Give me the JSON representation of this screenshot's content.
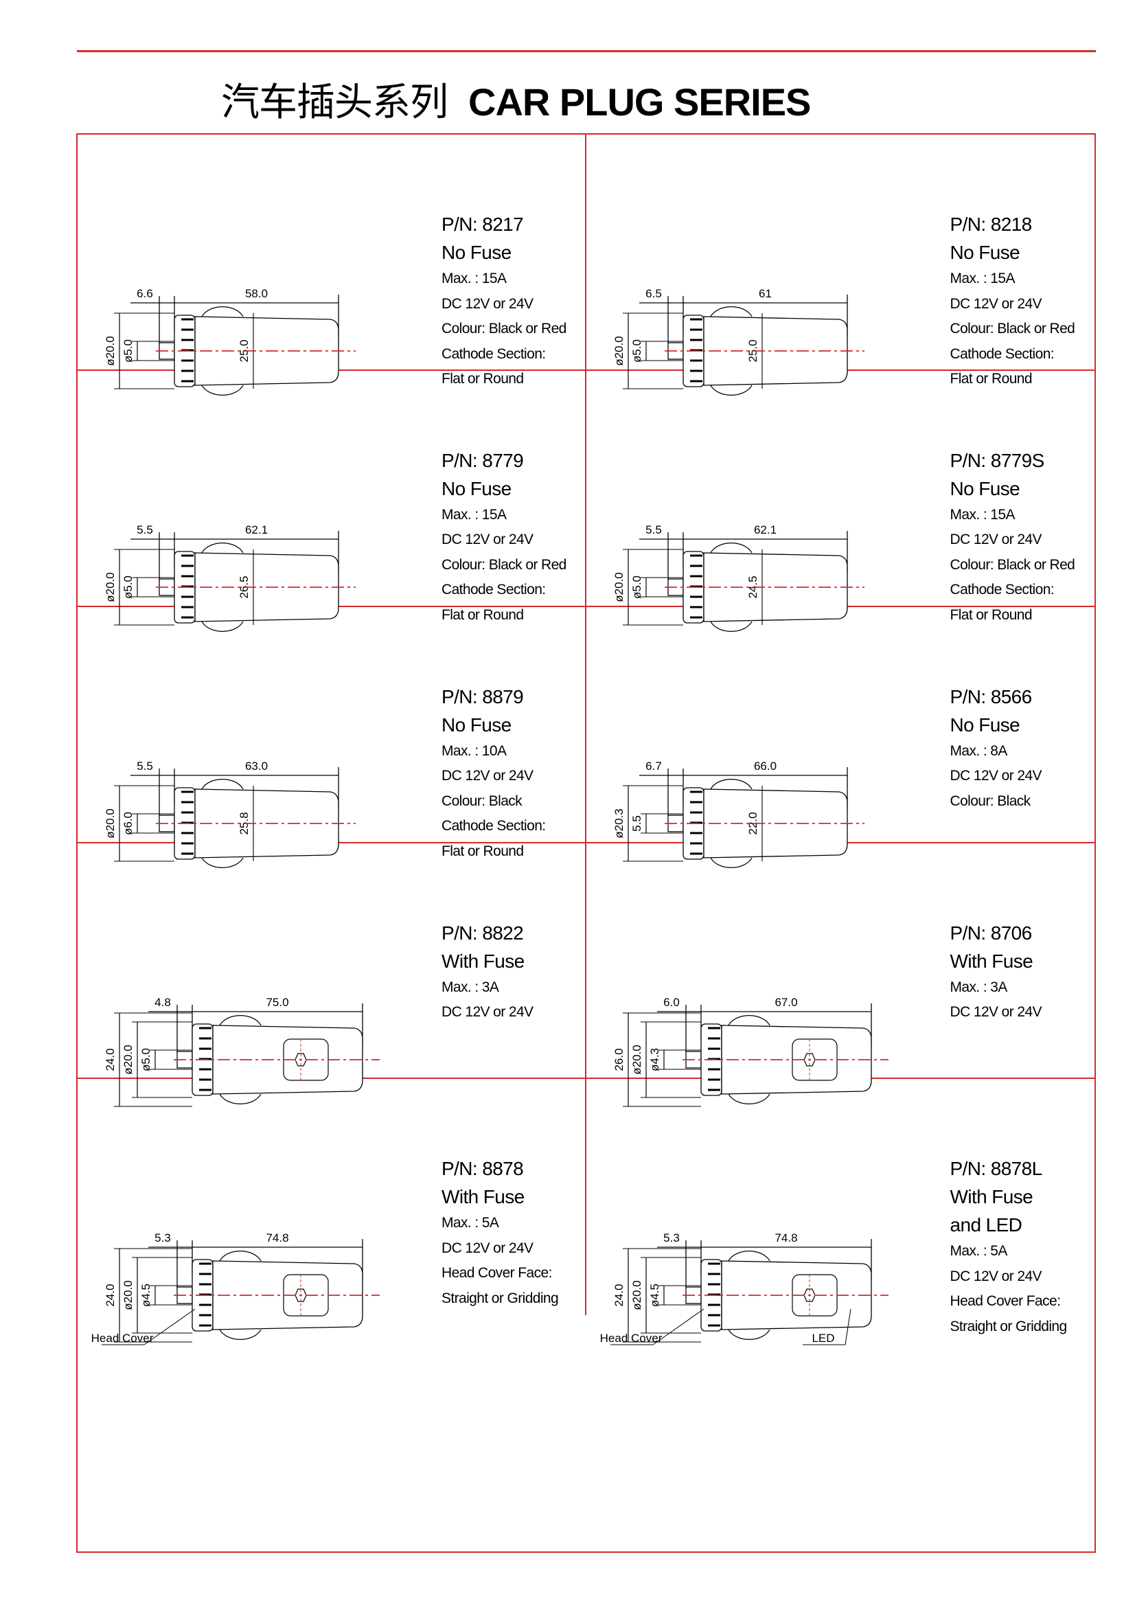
{
  "header": {
    "title_cn": "汽车插头系列",
    "title_en": "CAR PLUG SERIES",
    "accent_color": "#d42a2a"
  },
  "products": [
    {
      "pn": "P/N: 8217",
      "big": [
        "No Fuse"
      ],
      "specs": [
        "Max. : 15A",
        "DC 12V or 24V",
        "Colour: Black or Red",
        "Cathode Section:",
        "Flat or Round"
      ],
      "dims": {
        "left": "6.6",
        "length": "58.0",
        "vdims": [
          "ø20.0",
          "ø5.0"
        ],
        "inner": "25.0",
        "callouts": []
      }
    },
    {
      "pn": "P/N: 8218",
      "big": [
        "No Fuse"
      ],
      "specs": [
        "Max. : 15A",
        "DC 12V or 24V",
        "Colour: Black or Red",
        "Cathode Section:",
        "Flat or Round"
      ],
      "dims": {
        "left": "6.5",
        "length": "61",
        "vdims": [
          "ø20.0",
          "ø5.0"
        ],
        "inner": "25.0",
        "callouts": []
      }
    },
    {
      "pn": "P/N: 8779",
      "big": [
        "No Fuse"
      ],
      "specs": [
        "Max. : 15A",
        "DC 12V or 24V",
        "Colour: Black or Red",
        "Cathode Section:",
        "Flat or Round"
      ],
      "dims": {
        "left": "5.5",
        "length": "62.1",
        "vdims": [
          "ø20.0",
          "ø5.0"
        ],
        "inner": "26.5",
        "callouts": []
      }
    },
    {
      "pn": "P/N: 8779S",
      "big": [
        "No Fuse"
      ],
      "specs": [
        "Max. : 15A",
        "DC 12V or 24V",
        "Colour: Black or Red",
        "Cathode Section:",
        "Flat or Round"
      ],
      "dims": {
        "left": "5.5",
        "length": "62.1",
        "vdims": [
          "ø20.0",
          "ø5.0"
        ],
        "inner": "24.5",
        "callouts": []
      }
    },
    {
      "pn": "P/N: 8879",
      "big": [
        "No Fuse"
      ],
      "specs": [
        "Max. : 10A",
        "DC 12V or 24V",
        "Colour: Black",
        "Cathode Section:",
        "Flat or Round"
      ],
      "dims": {
        "left": "5.5",
        "length": "63.0",
        "vdims": [
          "ø20.0",
          "ø6.0"
        ],
        "inner": "25.8",
        "callouts": []
      }
    },
    {
      "pn": "P/N: 8566",
      "big": [
        "No Fuse"
      ],
      "specs": [
        "Max. : 8A",
        "DC 12V or 24V",
        "Colour: Black"
      ],
      "dims": {
        "left": "6.7",
        "length": "66.0",
        "vdims": [
          "ø20.3",
          "5.5"
        ],
        "inner": "22.0",
        "callouts": []
      }
    },
    {
      "pn": "P/N: 8822",
      "big": [
        "With Fuse"
      ],
      "specs": [
        "Max. : 3A",
        "DC 12V or 24V"
      ],
      "dims": {
        "left": "4.8",
        "length": "75.0",
        "vdims": [
          "24.0",
          "ø20.0",
          "ø5.0"
        ],
        "inner": "",
        "callouts": []
      }
    },
    {
      "pn": "P/N: 8706",
      "big": [
        "With Fuse"
      ],
      "specs": [
        "Max. : 3A",
        "DC 12V or 24V"
      ],
      "dims": {
        "left": "6.0",
        "length": "67.0",
        "vdims": [
          "26.0",
          "ø20.0",
          "ø4.3"
        ],
        "inner": "",
        "callouts": []
      }
    },
    {
      "pn": "P/N: 8878",
      "big": [
        "With Fuse"
      ],
      "specs": [
        "Max. : 5A",
        "DC 12V or 24V",
        "Head Cover Face:",
        "Straight or Gridding"
      ],
      "dims": {
        "left": "5.3",
        "length": "74.8",
        "vdims": [
          "24.0",
          "ø20.0",
          "ø4.5"
        ],
        "inner": "",
        "callouts": [
          "Head Cover"
        ]
      }
    },
    {
      "pn": "P/N: 8878L",
      "big": [
        "With Fuse",
        "and LED"
      ],
      "specs": [
        "Max. : 5A",
        "DC 12V or 24V",
        "Head Cover Face:",
        "Straight or Gridding"
      ],
      "dims": {
        "left": "5.3",
        "length": "74.8",
        "vdims": [
          "24.0",
          "ø20.0",
          "ø4.5"
        ],
        "inner": "",
        "callouts": [
          "Head Cover",
          "LED"
        ]
      }
    }
  ]
}
